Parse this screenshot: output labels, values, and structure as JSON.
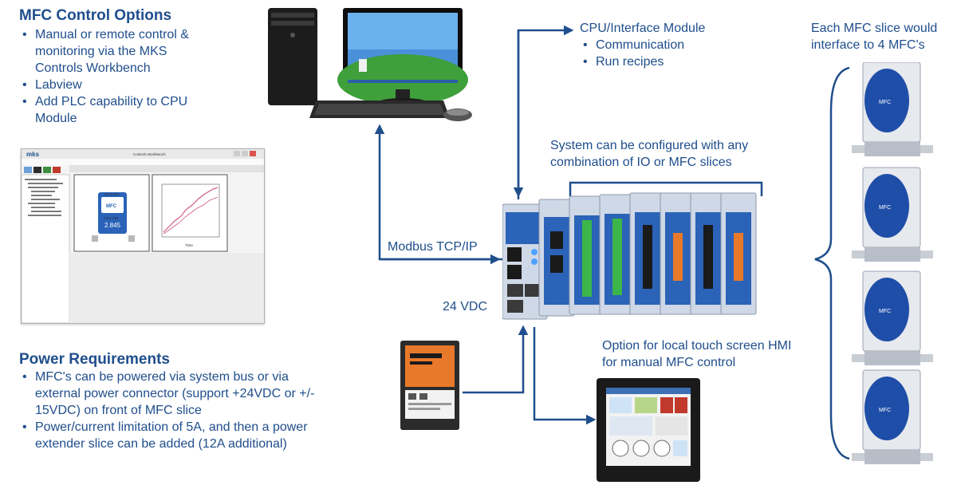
{
  "mfc_control": {
    "title": "MFC Control Options",
    "items": [
      "Manual or remote control & monitoring via the MKS Controls Workbench",
      "Labview",
      "Add PLC capability to CPU Module"
    ]
  },
  "power": {
    "title": "Power Requirements",
    "items": [
      "MFC's can be powered via system bus or via external power connector (support +24VDC or +/- 15VDC) on front of MFC slice",
      "Power/current limitation of 5A, and then a power extender slice can be added (12A additional)"
    ]
  },
  "cpu_module": {
    "title": "CPU/Interface Module",
    "items": [
      "Communication",
      "Run recipes"
    ]
  },
  "configured_note": "System can be configured with any combination of IO or MFC slices",
  "mfc_slice_note": "Each MFC slice would interface to 4 MFC's",
  "modbus_label": "Modbus TCP/IP",
  "vdc_label": "24 VDC",
  "hmi_note": "Option for local touch screen HMI for manual MFC control",
  "workbench": {
    "logo": "mks",
    "window_title": "Controls Workbench",
    "device_label": "MFC",
    "set_point_label": "Set point",
    "flow_label": "Flow rate",
    "flow_value": "2.845",
    "time_label": "Time"
  },
  "mfc_device_label": "MFC",
  "colors": {
    "text_blue": "#1f4e8c",
    "arrow_blue": "#1f4e8c",
    "module_blue": "#2a63b8",
    "terminal_green": "#3cb64a",
    "terminal_orange": "#e8792a"
  }
}
